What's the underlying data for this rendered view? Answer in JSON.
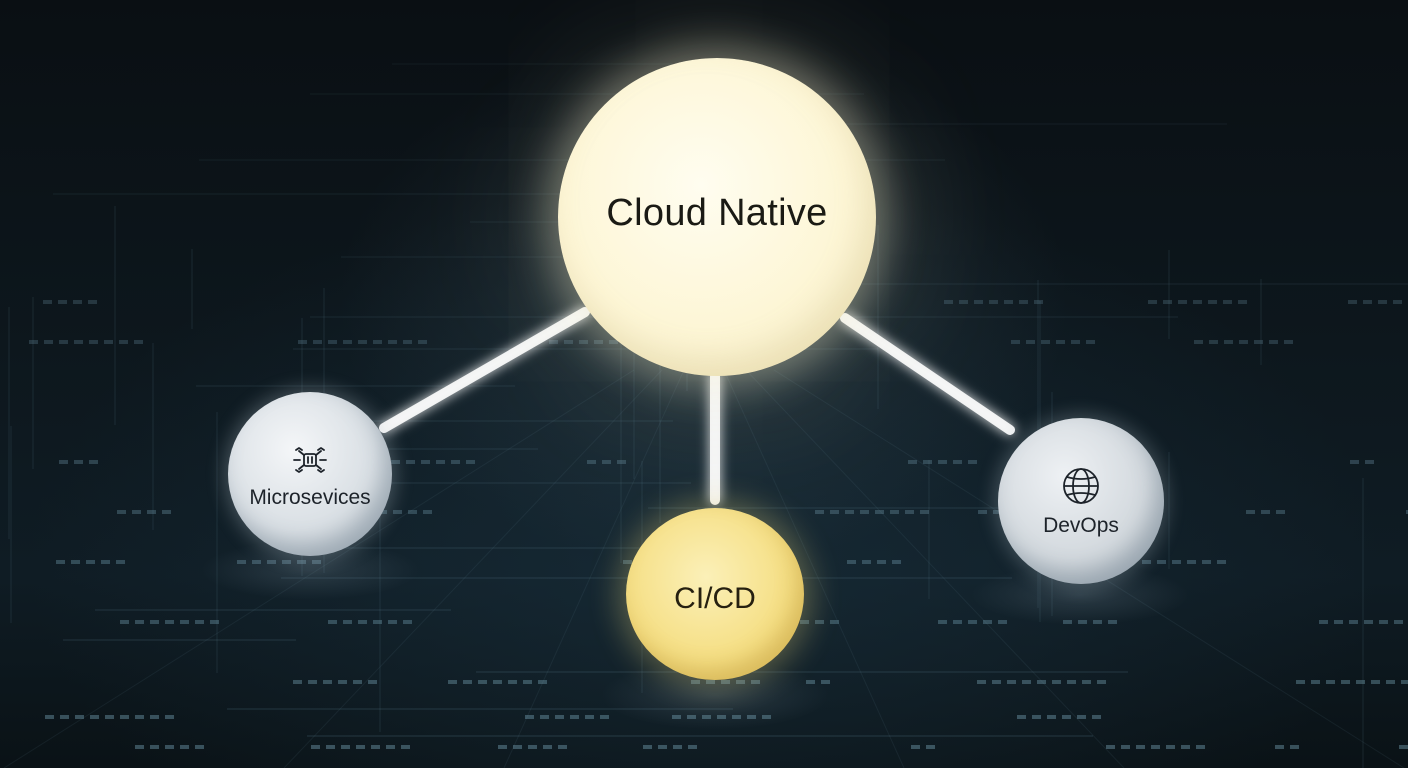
{
  "diagram": {
    "hub": {
      "label": "Cloud Native"
    },
    "nodes": [
      {
        "label": "Microsevices",
        "icon": "microservices-icon"
      },
      {
        "label": "CI/CD"
      },
      {
        "label": "DevOps",
        "icon": "globe-icon"
      }
    ]
  },
  "colors": {
    "hub_fill": "#fdf6d6",
    "cicd_fill": "#f5de82",
    "side_node_fill": "#d9dfe4",
    "connector_glow": "#ffffff",
    "background": "#0b1218"
  }
}
